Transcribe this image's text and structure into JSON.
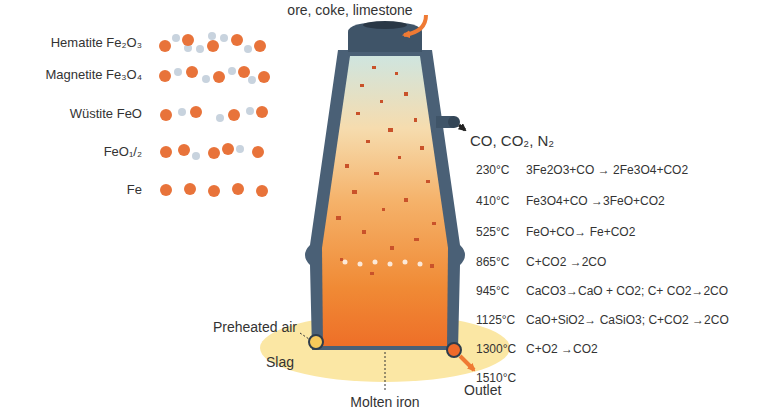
{
  "diagram": {
    "labels": [
      "ore, coke, limestone",
      "CO, CO₂, N₂",
      "Hematite Fe₂O₃",
      "Magnetite Fe₃O₄",
      "Wüstite FeO",
      "FeO₁/₂",
      "Fe",
      "230°C",
      "3Fe2O3+CO → 2Fe3O4+CO2",
      "410°C",
      "Fe3O4+CO →3FeO+CO2",
      "525°C",
      "FeO+CO→ Fe+CO2",
      "865°C",
      "C+CO2 →2CO",
      "945°C",
      "CaCO3→CaO + CO2; C+ CO2→2CO",
      "1125°C",
      "CaO+SiO2→ CaSiO3; C+CO2 →2CO",
      "1300°C",
      "C+O2 →CO2",
      "1510°C",
      "Preheated air",
      "Slag",
      "Outlet",
      "Molten iron"
    ]
  }
}
